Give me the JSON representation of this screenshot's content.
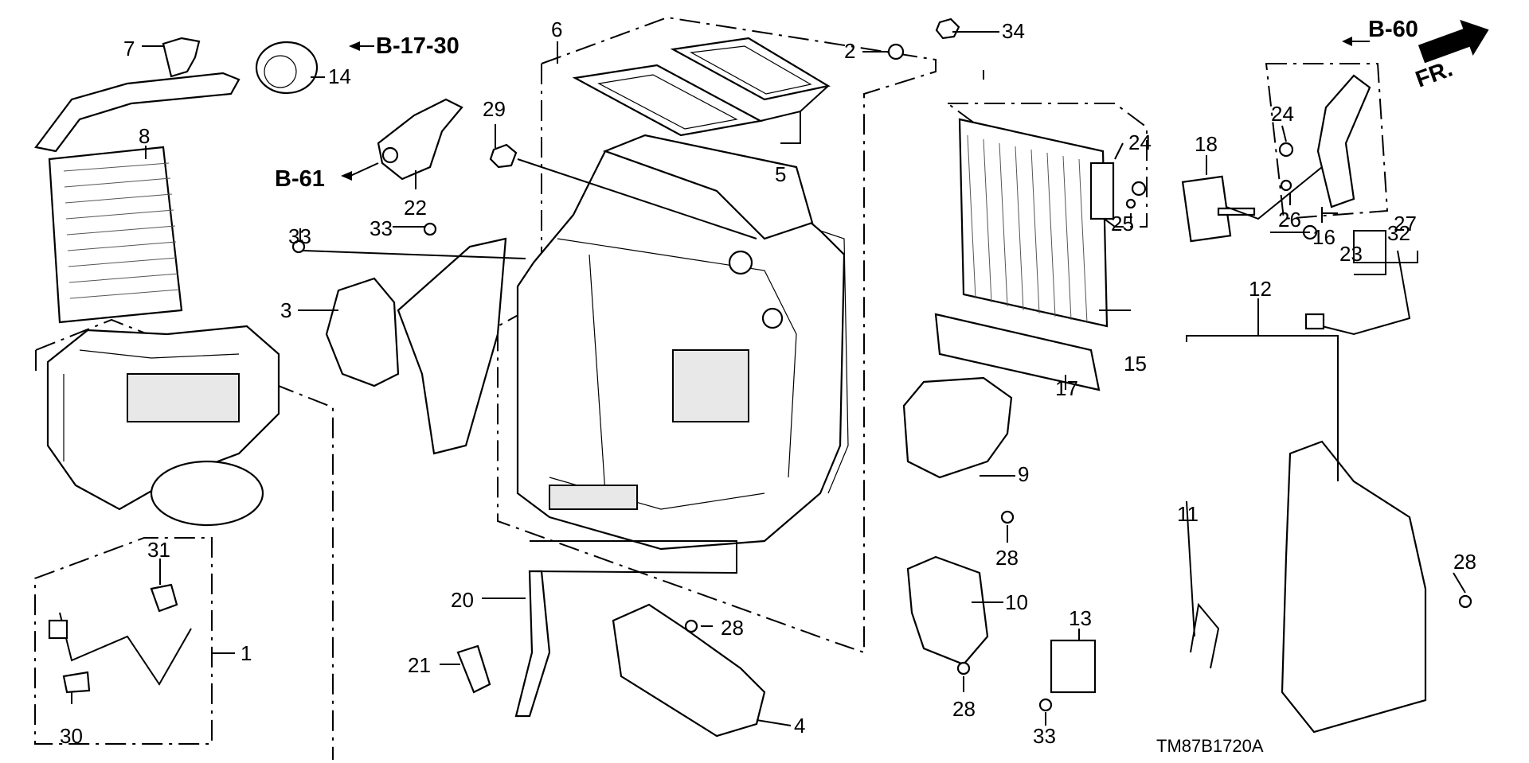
{
  "diagram": {
    "drawing_code": "TM87B1720A",
    "front_indicator": "FR.",
    "refs": [
      "B-17-30",
      "B-61",
      "B-60"
    ],
    "callouts": [
      "1",
      "2",
      "3",
      "4",
      "5",
      "6",
      "7",
      "8",
      "9",
      "10",
      "11",
      "12",
      "13",
      "14",
      "15",
      "16",
      "17",
      "18",
      "20",
      "21",
      "22",
      "23",
      "24",
      "24",
      "25",
      "26",
      "27",
      "28",
      "28",
      "28",
      "28",
      "29",
      "30",
      "31",
      "32",
      "33",
      "33",
      "33",
      "34"
    ]
  }
}
